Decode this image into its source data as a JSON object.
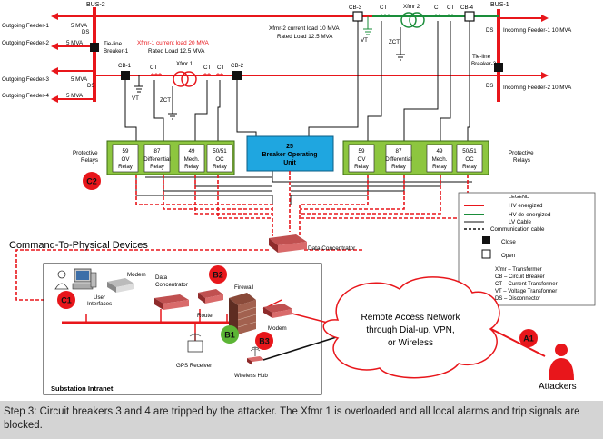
{
  "buses": {
    "bus2": "BUS-2",
    "bus1": "BUS-1"
  },
  "feeders": {
    "out1": "Outgoing Feeder-1",
    "out1_mva": "5 MVA",
    "out2": "Outgoing Feeder-2",
    "out2_mva": "5 MVA",
    "out3": "Outgoing Feeder-3",
    "out3_mva": "5 MVA",
    "out4": "Outgoing Feeder-4",
    "out4_mva": "5 MVA",
    "in1": "Incoming Feeder-1 10 MVA",
    "in2": "Incoming Feeder-2 10 MVA"
  },
  "tie": {
    "tb1_line1": "Tie-line",
    "tb1_line2": "Breaker-1",
    "tb2_line1": "Tie-line",
    "tb2_line2": "Breaker-2"
  },
  "ds": "DS",
  "breakers": {
    "cb1": "CB-1",
    "cb2": "CB-2",
    "cb3": "CB-3",
    "cb4": "CB-4"
  },
  "ct": "CT",
  "vt": "VT",
  "xfmr1": {
    "name": "Xfmr 1",
    "load": "Xfmr-1 current load 20 MVA",
    "rated": "Rated Load 12.5 MVA",
    "zct": "ZCT"
  },
  "xfmr2": {
    "name": "Xfmr 2",
    "load": "Xfmr-2 current load 10 MVA",
    "rated": "Rated Load 12.5 MVA",
    "zct": "ZCT"
  },
  "relays_left": [
    {
      "num": "59",
      "label": "OV Relay"
    },
    {
      "num": "87",
      "label": "Differential Relay"
    },
    {
      "num": "49",
      "label": "Mech. Relay"
    },
    {
      "num": "50/51",
      "label": "OC Relay"
    }
  ],
  "relays_right": [
    {
      "num": "59",
      "label": "OV Relay"
    },
    {
      "num": "87",
      "label": "Differential Relay"
    },
    {
      "num": "49",
      "label": "Mech. Relay"
    },
    {
      "num": "50/51",
      "label": "OC Relay"
    }
  ],
  "bou": {
    "num": "25",
    "line1": "Breaker Operating",
    "line2": "Unit"
  },
  "protective": {
    "line1": "Protective",
    "line2": "Relays"
  },
  "markers": {
    "c2": "C2",
    "c1": "C1",
    "b2": "B2",
    "b1": "B1",
    "b3": "B3",
    "a1": "A1"
  },
  "legend": {
    "title": "LEGEND",
    "hv_en": "HV energized",
    "hv_de": "HV de-energized",
    "lv": "LV Cable",
    "comm": "Communication cable",
    "close": "Close",
    "open": "Open",
    "abbr": [
      "Xfmr – Transformer",
      "CB – Circuit Breaker",
      "CT – Current Transformer",
      "VT – Voltage Transformer",
      "DS – Disconnector"
    ]
  },
  "ctp_title": "Command-To-Physical Devices",
  "data_concentrator_top": "Data Concentrator",
  "intranet": {
    "title": "Substation Intranet",
    "modem1": "Modem",
    "user_if_1": "User",
    "user_if_2": "Interfaces",
    "dc_1": "Data",
    "dc_2": "Concentrator",
    "router": "Router",
    "firewall": "Firewall",
    "modem2": "Modem",
    "gps": "GPS Receiver",
    "hub": "Wireless Hub"
  },
  "remote": {
    "line1": "Remote Access Network",
    "line2": "through Dial-up, VPN,",
    "line3": "or Wireless"
  },
  "attackers": "Attackers",
  "caption": "Step 3: Circuit breakers 3 and 4 are tripped by the attacker. The Xfmr 1 is overloaded and all local alarms and trip signals are blocked.",
  "colors": {
    "hv_energized": "#e8161b",
    "hv_deenergized": "#1a8d3a",
    "relay_box": "#8dc63f",
    "bou": "#1fa6e0",
    "marker_red": "#e8161b",
    "marker_green": "#5cb535",
    "comm": "#e8161b"
  }
}
